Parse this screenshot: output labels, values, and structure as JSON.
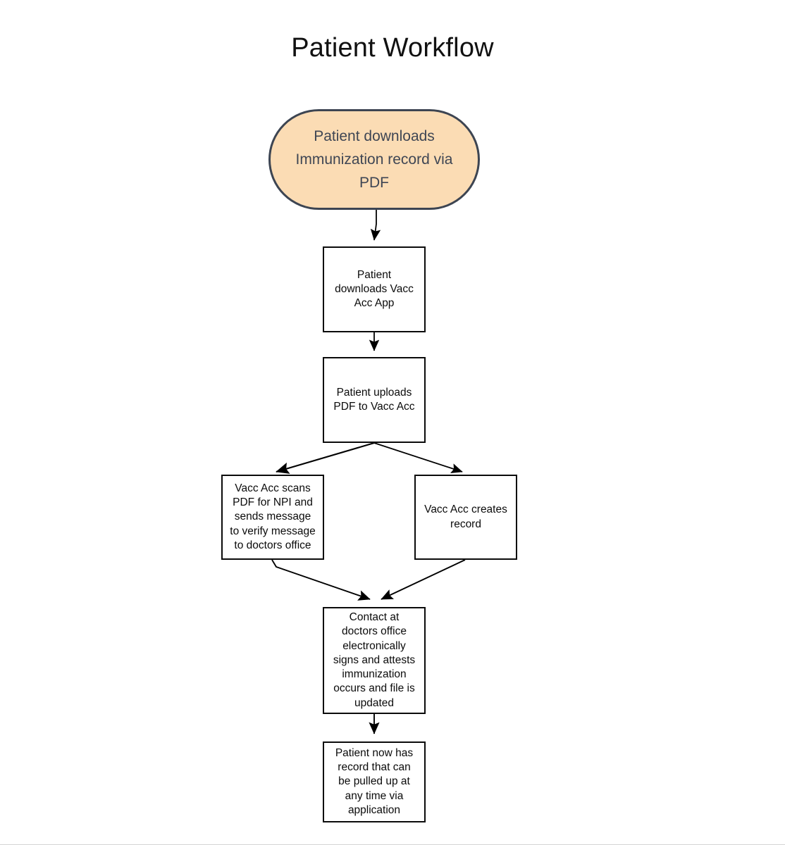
{
  "diagram": {
    "title": "Patient Workflow",
    "type": "flowchart",
    "background_color": "#ffffff",
    "start_node_fill": "#fbdcb4",
    "start_node_stroke": "#3d4552",
    "start_node_text_color": "#3f4654",
    "process_node_fill": "#ffffff",
    "process_node_stroke": "#0b0b0b",
    "process_node_text_color": "#0b0b0b",
    "connector_color": "#000000",
    "nodes": [
      {
        "id": "start",
        "shape": "stadium",
        "label": "Patient downloads Immunization record via PDF"
      },
      {
        "id": "download-app",
        "shape": "rectangle",
        "label": "Patient downloads Vacc Acc App"
      },
      {
        "id": "upload-pdf",
        "shape": "rectangle",
        "label": "Patient uploads PDF to Vacc Acc"
      },
      {
        "id": "scan-npi",
        "shape": "rectangle",
        "label": "Vacc Acc scans PDF for NPI and sends message to verify message to doctors office"
      },
      {
        "id": "creates-record",
        "shape": "rectangle",
        "label": "Vacc Acc creates record"
      },
      {
        "id": "attest",
        "shape": "rectangle",
        "label": "Contact at doctors office electronically signs and attests immunization occurs and file is updated"
      },
      {
        "id": "record-available",
        "shape": "rectangle",
        "label": "Patient now has record that can be pulled up at any time via application"
      }
    ],
    "edges": [
      {
        "from": "start",
        "to": "download-app",
        "label": ""
      },
      {
        "from": "download-app",
        "to": "upload-pdf",
        "label": ""
      },
      {
        "from": "upload-pdf",
        "to": "scan-npi",
        "label": ""
      },
      {
        "from": "upload-pdf",
        "to": "creates-record",
        "label": ""
      },
      {
        "from": "scan-npi",
        "to": "attest",
        "label": ""
      },
      {
        "from": "creates-record",
        "to": "attest",
        "label": ""
      },
      {
        "from": "attest",
        "to": "record-available",
        "label": ""
      }
    ]
  }
}
